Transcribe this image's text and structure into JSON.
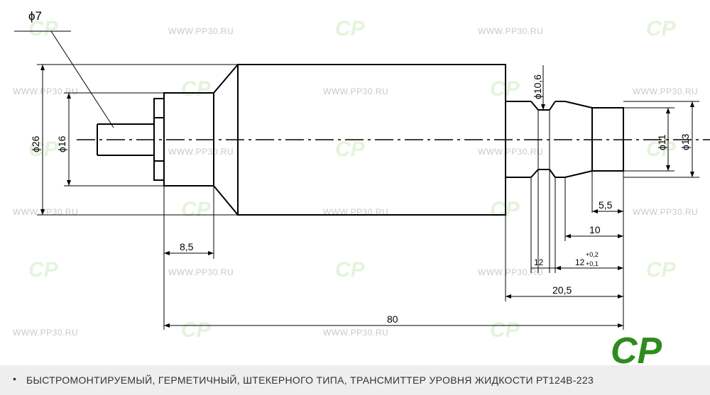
{
  "watermark": {
    "site": "WWW.PP30.RU",
    "logo": "CP"
  },
  "dimensions": {
    "d7": "ϕ7",
    "d26": "ϕ26",
    "d16": "ϕ16",
    "d10_6": "ϕ10,6",
    "d11": "ϕ11",
    "d13": "ϕ13",
    "len5_5": "5,5",
    "len10": "10",
    "len8_5": "8,5",
    "len12": "12",
    "len12_tol_main": "12",
    "len12_tol_upper": "+0,2",
    "len12_tol_lower": "+0,1",
    "len20_5": "20,5",
    "len80": "80"
  },
  "footer": {
    "bullet": "•",
    "caption": "БЫСТРОМОНТИРУЕМЫЙ, ГЕРМЕТИЧНЫЙ, ШТЕКЕРНОГО ТИПА, ТРАНСМИТТЕР УРОВНЯ ЖИДКОСТИ  РТ124В-223"
  },
  "brand": {
    "logo_text": "CP",
    "color": "#2e8b1e"
  }
}
